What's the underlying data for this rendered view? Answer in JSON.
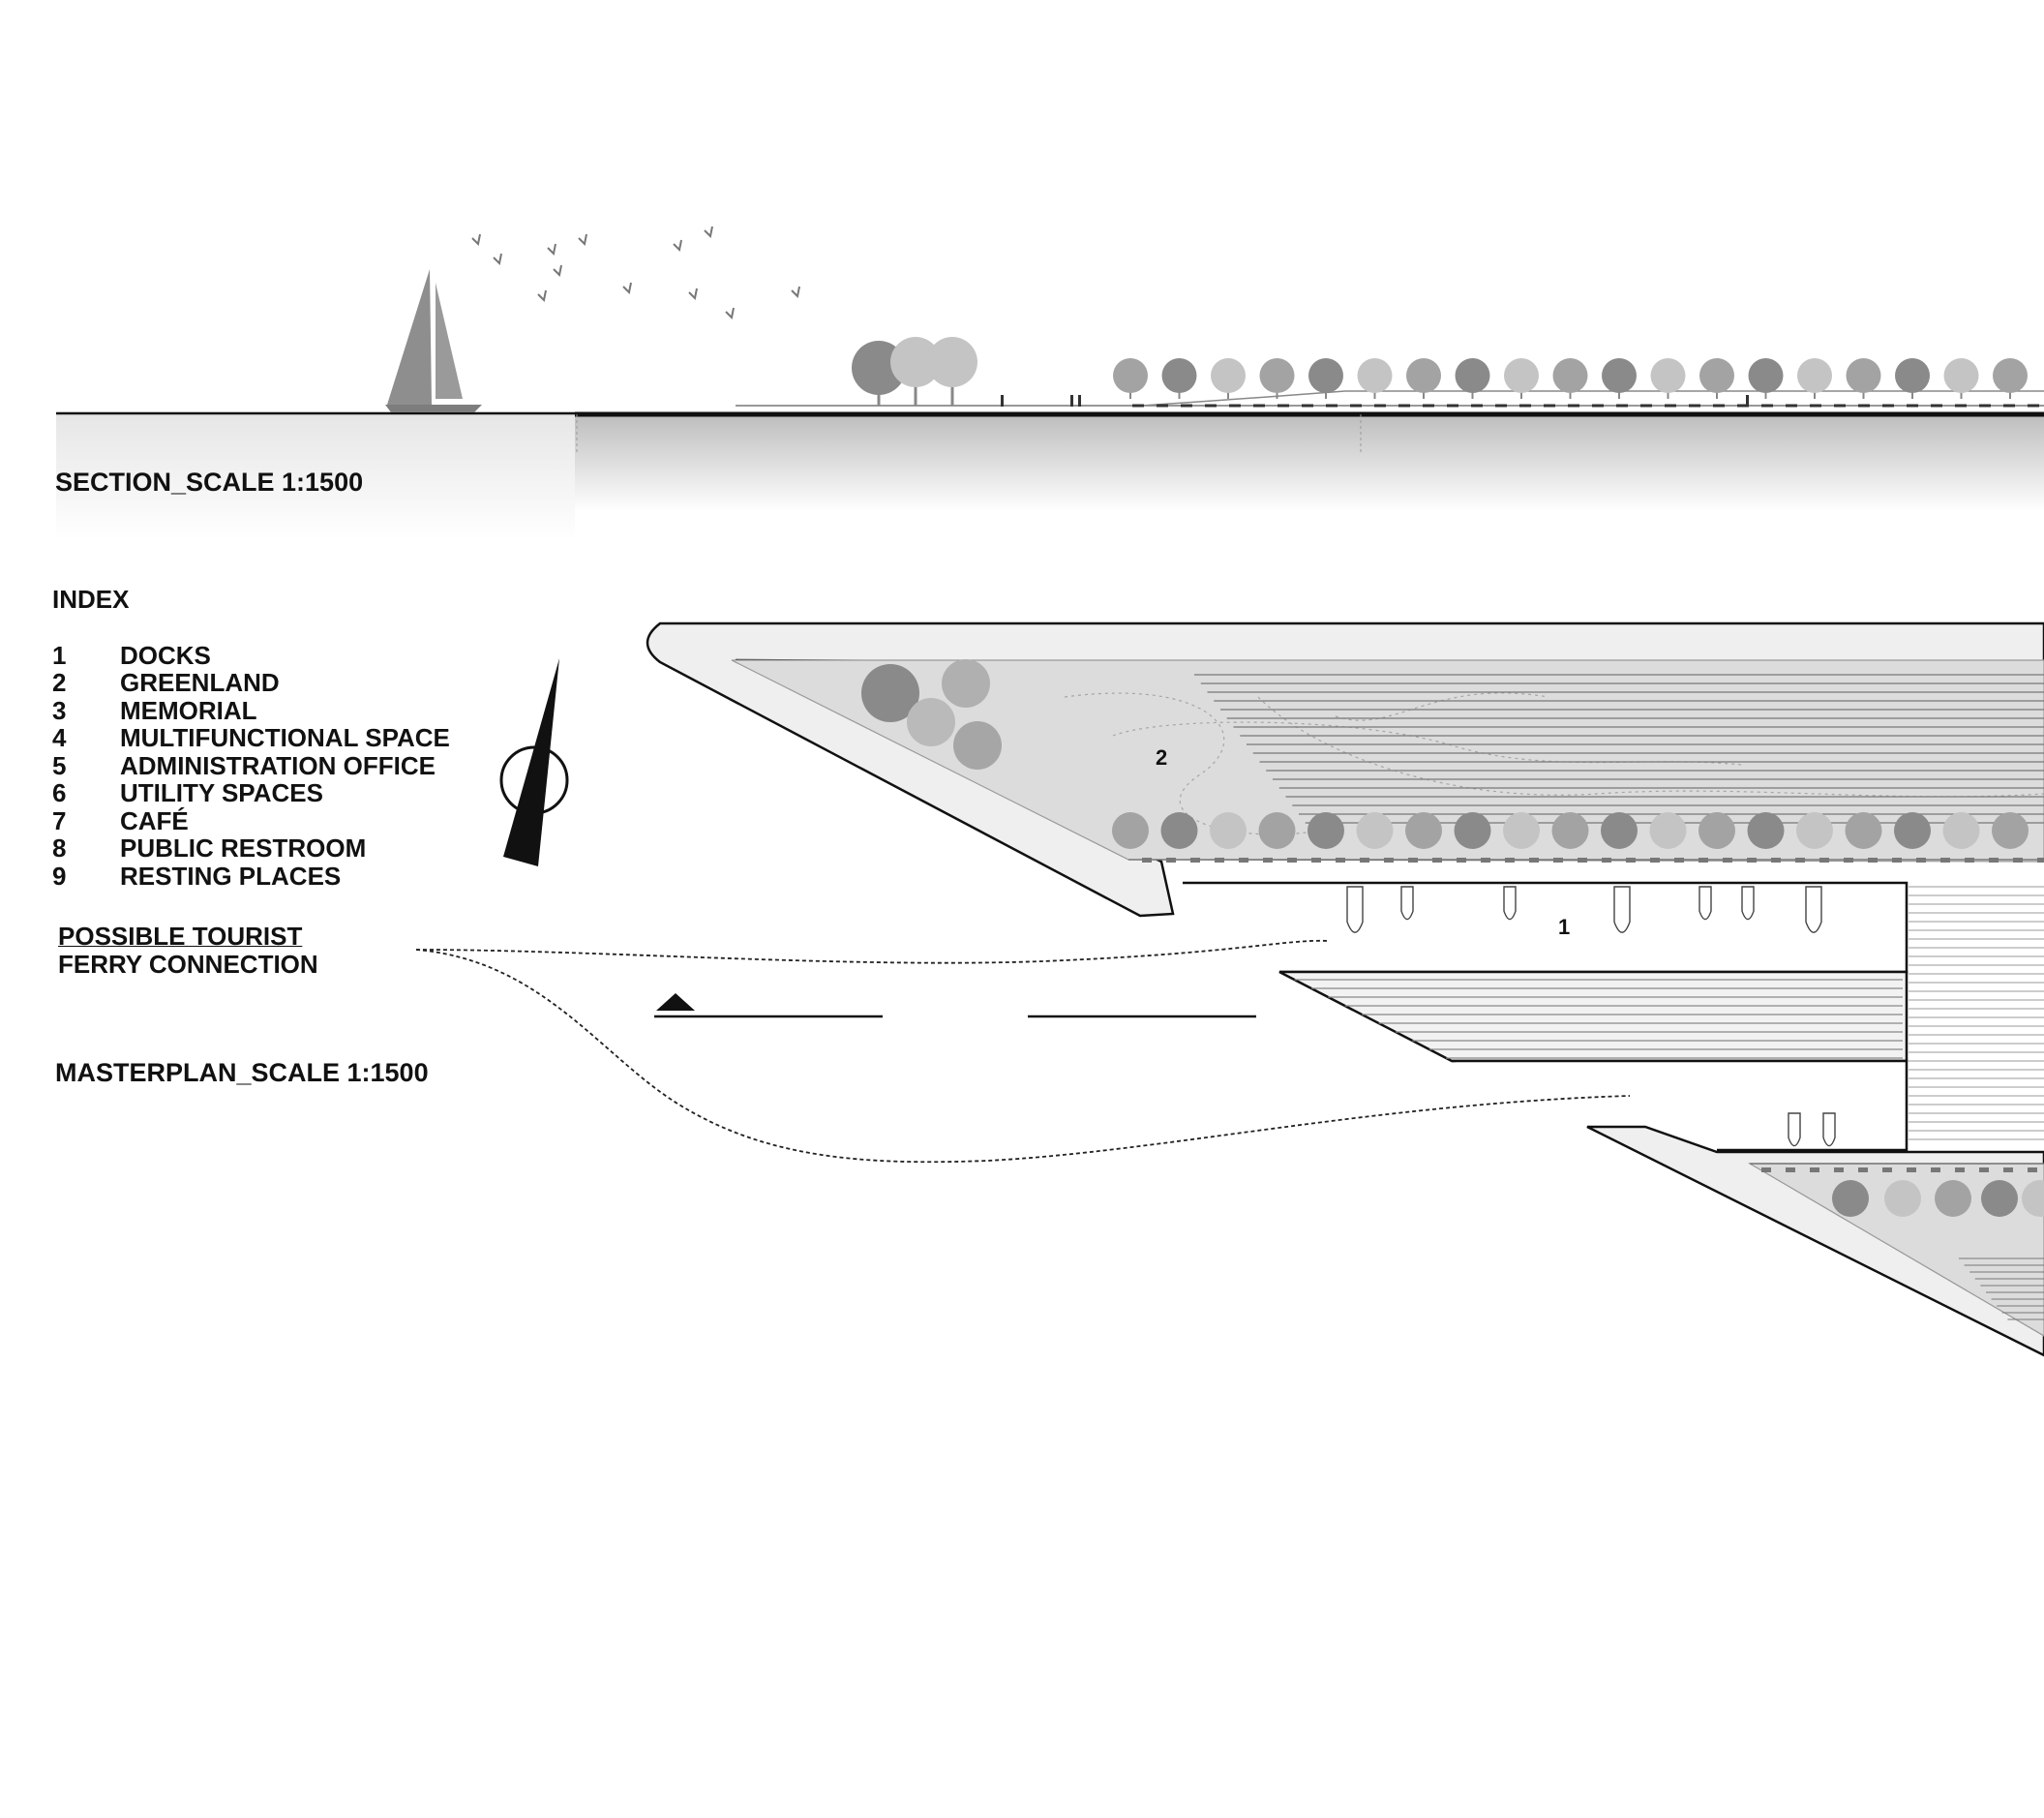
{
  "section": {
    "title": "SECTION_SCALE 1:1500"
  },
  "index": {
    "heading": "INDEX",
    "items": [
      {
        "number": "1",
        "label": "DOCKS"
      },
      {
        "number": "2",
        "label": "GREENLAND"
      },
      {
        "number": "3",
        "label": "MEMORIAL"
      },
      {
        "number": "4",
        "label": "MULTIFUNCTIONAL SPACE"
      },
      {
        "number": "5",
        "label": "ADMINISTRATION OFFICE"
      },
      {
        "number": "6",
        "label": "UTILITY SPACES"
      },
      {
        "number": "7",
        "label": "CAFÉ"
      },
      {
        "number": "8",
        "label": "PUBLIC RESTROOM"
      },
      {
        "number": "9",
        "label": "RESTING PLACES"
      }
    ]
  },
  "ferry": {
    "line1": "POSSIBLE TOURIST",
    "line2": "FERRY CONNECTION"
  },
  "masterplan": {
    "title": "MASTERPLAN_SCALE 1:1500",
    "marker_greenland": "2",
    "marker_docks": "1"
  },
  "colors": {
    "ink": "#111111",
    "land_fill": "#dcdcdc",
    "promenade_fill": "#efefef",
    "tree_dark": "#8a8a8a",
    "tree_mid": "#a3a3a3",
    "tree_light": "#c4c4c4",
    "sail": "#8e8e8e"
  },
  "icons": [
    "sailboat-icon",
    "birds-icon",
    "north-arrow-icon",
    "ferry-triangle-icon"
  ]
}
